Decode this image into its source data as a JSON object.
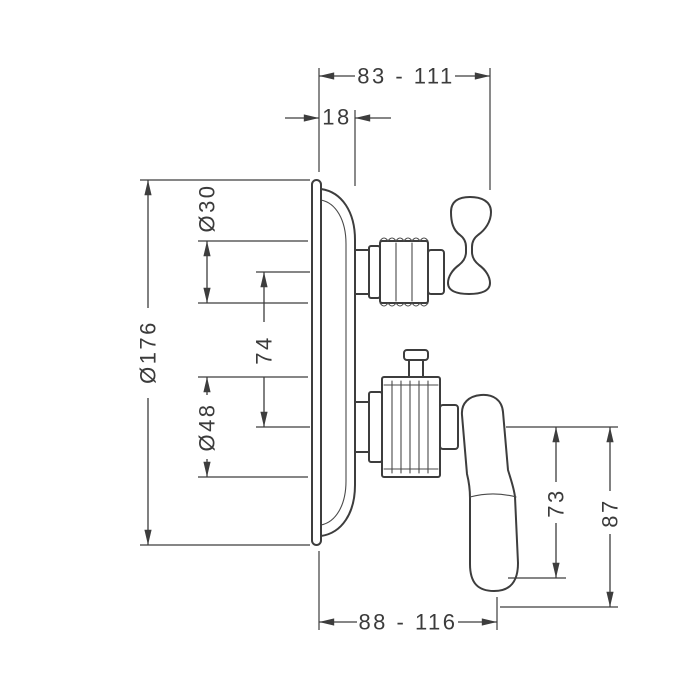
{
  "page": {
    "background": "#ffffff"
  },
  "drawing": {
    "type": "technical-dimension-drawing",
    "line_color": "#3d3d3d",
    "dimensions": {
      "install_depth_top": "83 - 111",
      "plate_thickness": "18",
      "top_handle_diameter": "Ø30",
      "escutcheon_diameter": "Ø176",
      "handle_axis_distance": "74",
      "bottom_handle_diameter": "Ø48",
      "lever_length": "73",
      "lever_overall_length": "87",
      "install_depth_bottom": "88 - 116"
    }
  }
}
